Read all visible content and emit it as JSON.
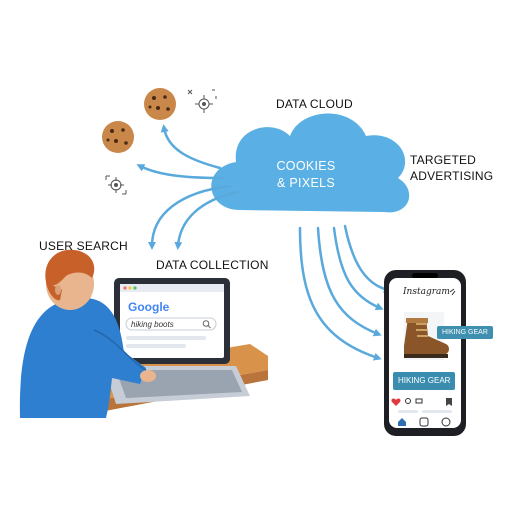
{
  "labels": {
    "data_cloud": "DATA CLOUD",
    "cloud_line1": "COOKIES",
    "cloud_line2": "& PIXELS",
    "targeted_line1": "TARGETED",
    "targeted_line2": "ADVERTISING",
    "user_search": "USER SEARCH",
    "data_collection": "DATA COLLECTION"
  },
  "laptop": {
    "search_engine": "Google",
    "search_query": "hiking boots"
  },
  "phone": {
    "app_name": "Instagram",
    "ad_card": "HIKING GEAR",
    "ad_banner": "HIKING GEAR"
  },
  "colors": {
    "cloud": "#5ab0e4",
    "arrow": "#5aa9dc",
    "person_shirt": "#2f7fd0",
    "desk": "#d9924a",
    "ad_blue": "#3f8fb0",
    "cookie": "#c9874a"
  },
  "icons": [
    "cookie-icon",
    "tracking-pixel-icon",
    "search-icon",
    "boot-icon",
    "home-icon",
    "heart-icon"
  ]
}
